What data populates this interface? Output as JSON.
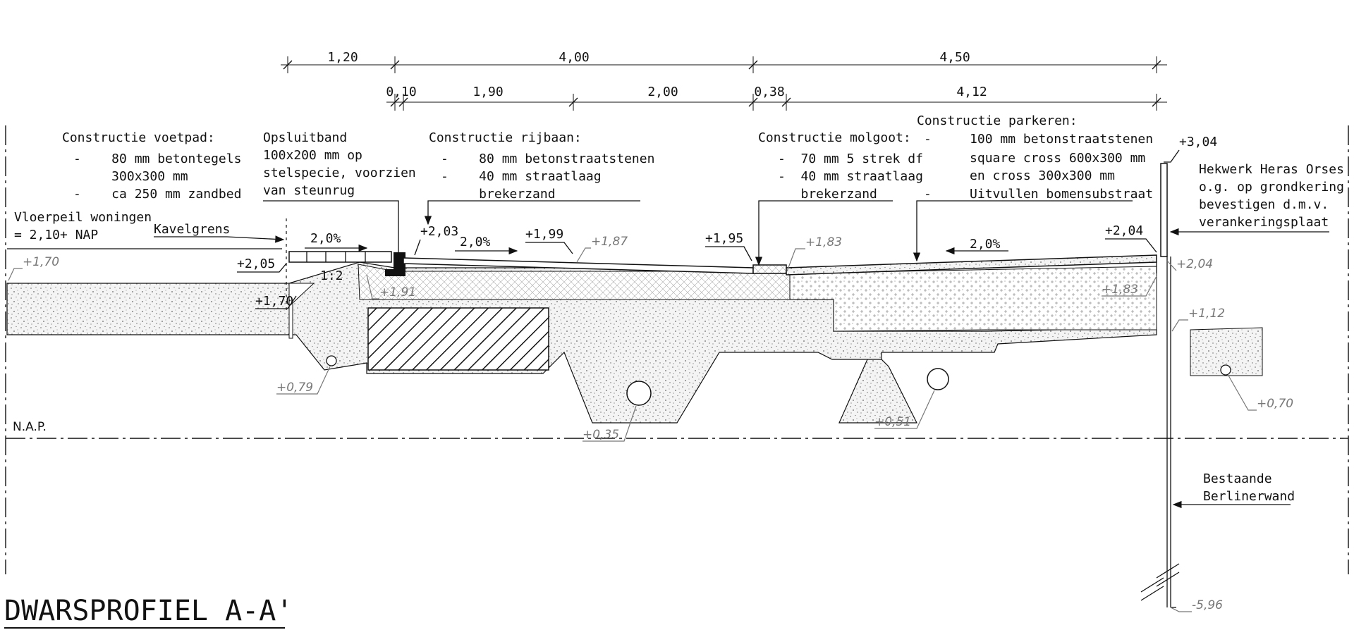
{
  "drawing": {
    "title": "DWARSPROFIEL A-A'",
    "datum_label": "N.A.P."
  },
  "dimensions": {
    "top_row": [
      "1,20",
      "4,00",
      "4,50"
    ],
    "second_row": [
      "0,10",
      "1,90",
      "2,00",
      "0,38",
      "4,12"
    ]
  },
  "notes": {
    "voetpad": {
      "heading": "Constructie voetpad:",
      "lines": [
        "-    80 mm betontegels",
        "     300x300 mm",
        "-    ca 250 mm zandbed"
      ]
    },
    "opsluitband": {
      "lines": [
        "Opsluitband",
        "100x200 mm op",
        "stelspecie, voorzien",
        "van steunrug"
      ]
    },
    "rijbaan": {
      "heading": "Constructie rijbaan:",
      "lines": [
        "-    80 mm betonstraatstenen",
        "-    40 mm straatlaag",
        "     brekerzand"
      ]
    },
    "molgoot": {
      "heading": "Constructie molgoot:",
      "lines": [
        "-  70 mm 5 strek df",
        "-  40 mm straatlaag",
        "   brekerzand"
      ]
    },
    "parkeren": {
      "heading": "Constructie parkeren:",
      "lines": [
        "-     100 mm betonstraatstenen",
        "      square cross 600x300 mm",
        "      en cross 300x300 mm",
        "-     Uitvullen bomensubstraat"
      ]
    },
    "vloerpeil": {
      "lines": [
        "Vloerpeil woningen",
        "= 2,10+ NAP"
      ]
    },
    "kavelgrens": "Kavelgrens",
    "hekwerk": {
      "lines": [
        "Hekwerk Heras Orses",
        "o.g. op grondkering",
        "bevestigen d.m.v.",
        "verankeringsplaat"
      ]
    },
    "berlinerwand": {
      "lines": [
        "Bestaande",
        "Berlinerwand"
      ]
    }
  },
  "slopes": [
    "2,0%",
    "2,0%",
    "2,0%",
    "1:2"
  ],
  "levels_black": [
    "+2,05",
    "+1,70",
    "+2,03",
    "+1,99",
    "+1,95",
    "+2,04",
    "+3,04"
  ],
  "levels_grey": [
    "+1,70",
    "+1,91",
    "+1,87",
    "+1,83",
    "+2,04",
    "+1,83",
    "+1,12",
    "+0,79",
    "+0,35",
    "+0,51",
    "+0,70",
    "-5,96"
  ],
  "colors": {
    "ink": "#111111",
    "grey_annotation": "#777777",
    "sand_fill": "#f3f3f3"
  }
}
